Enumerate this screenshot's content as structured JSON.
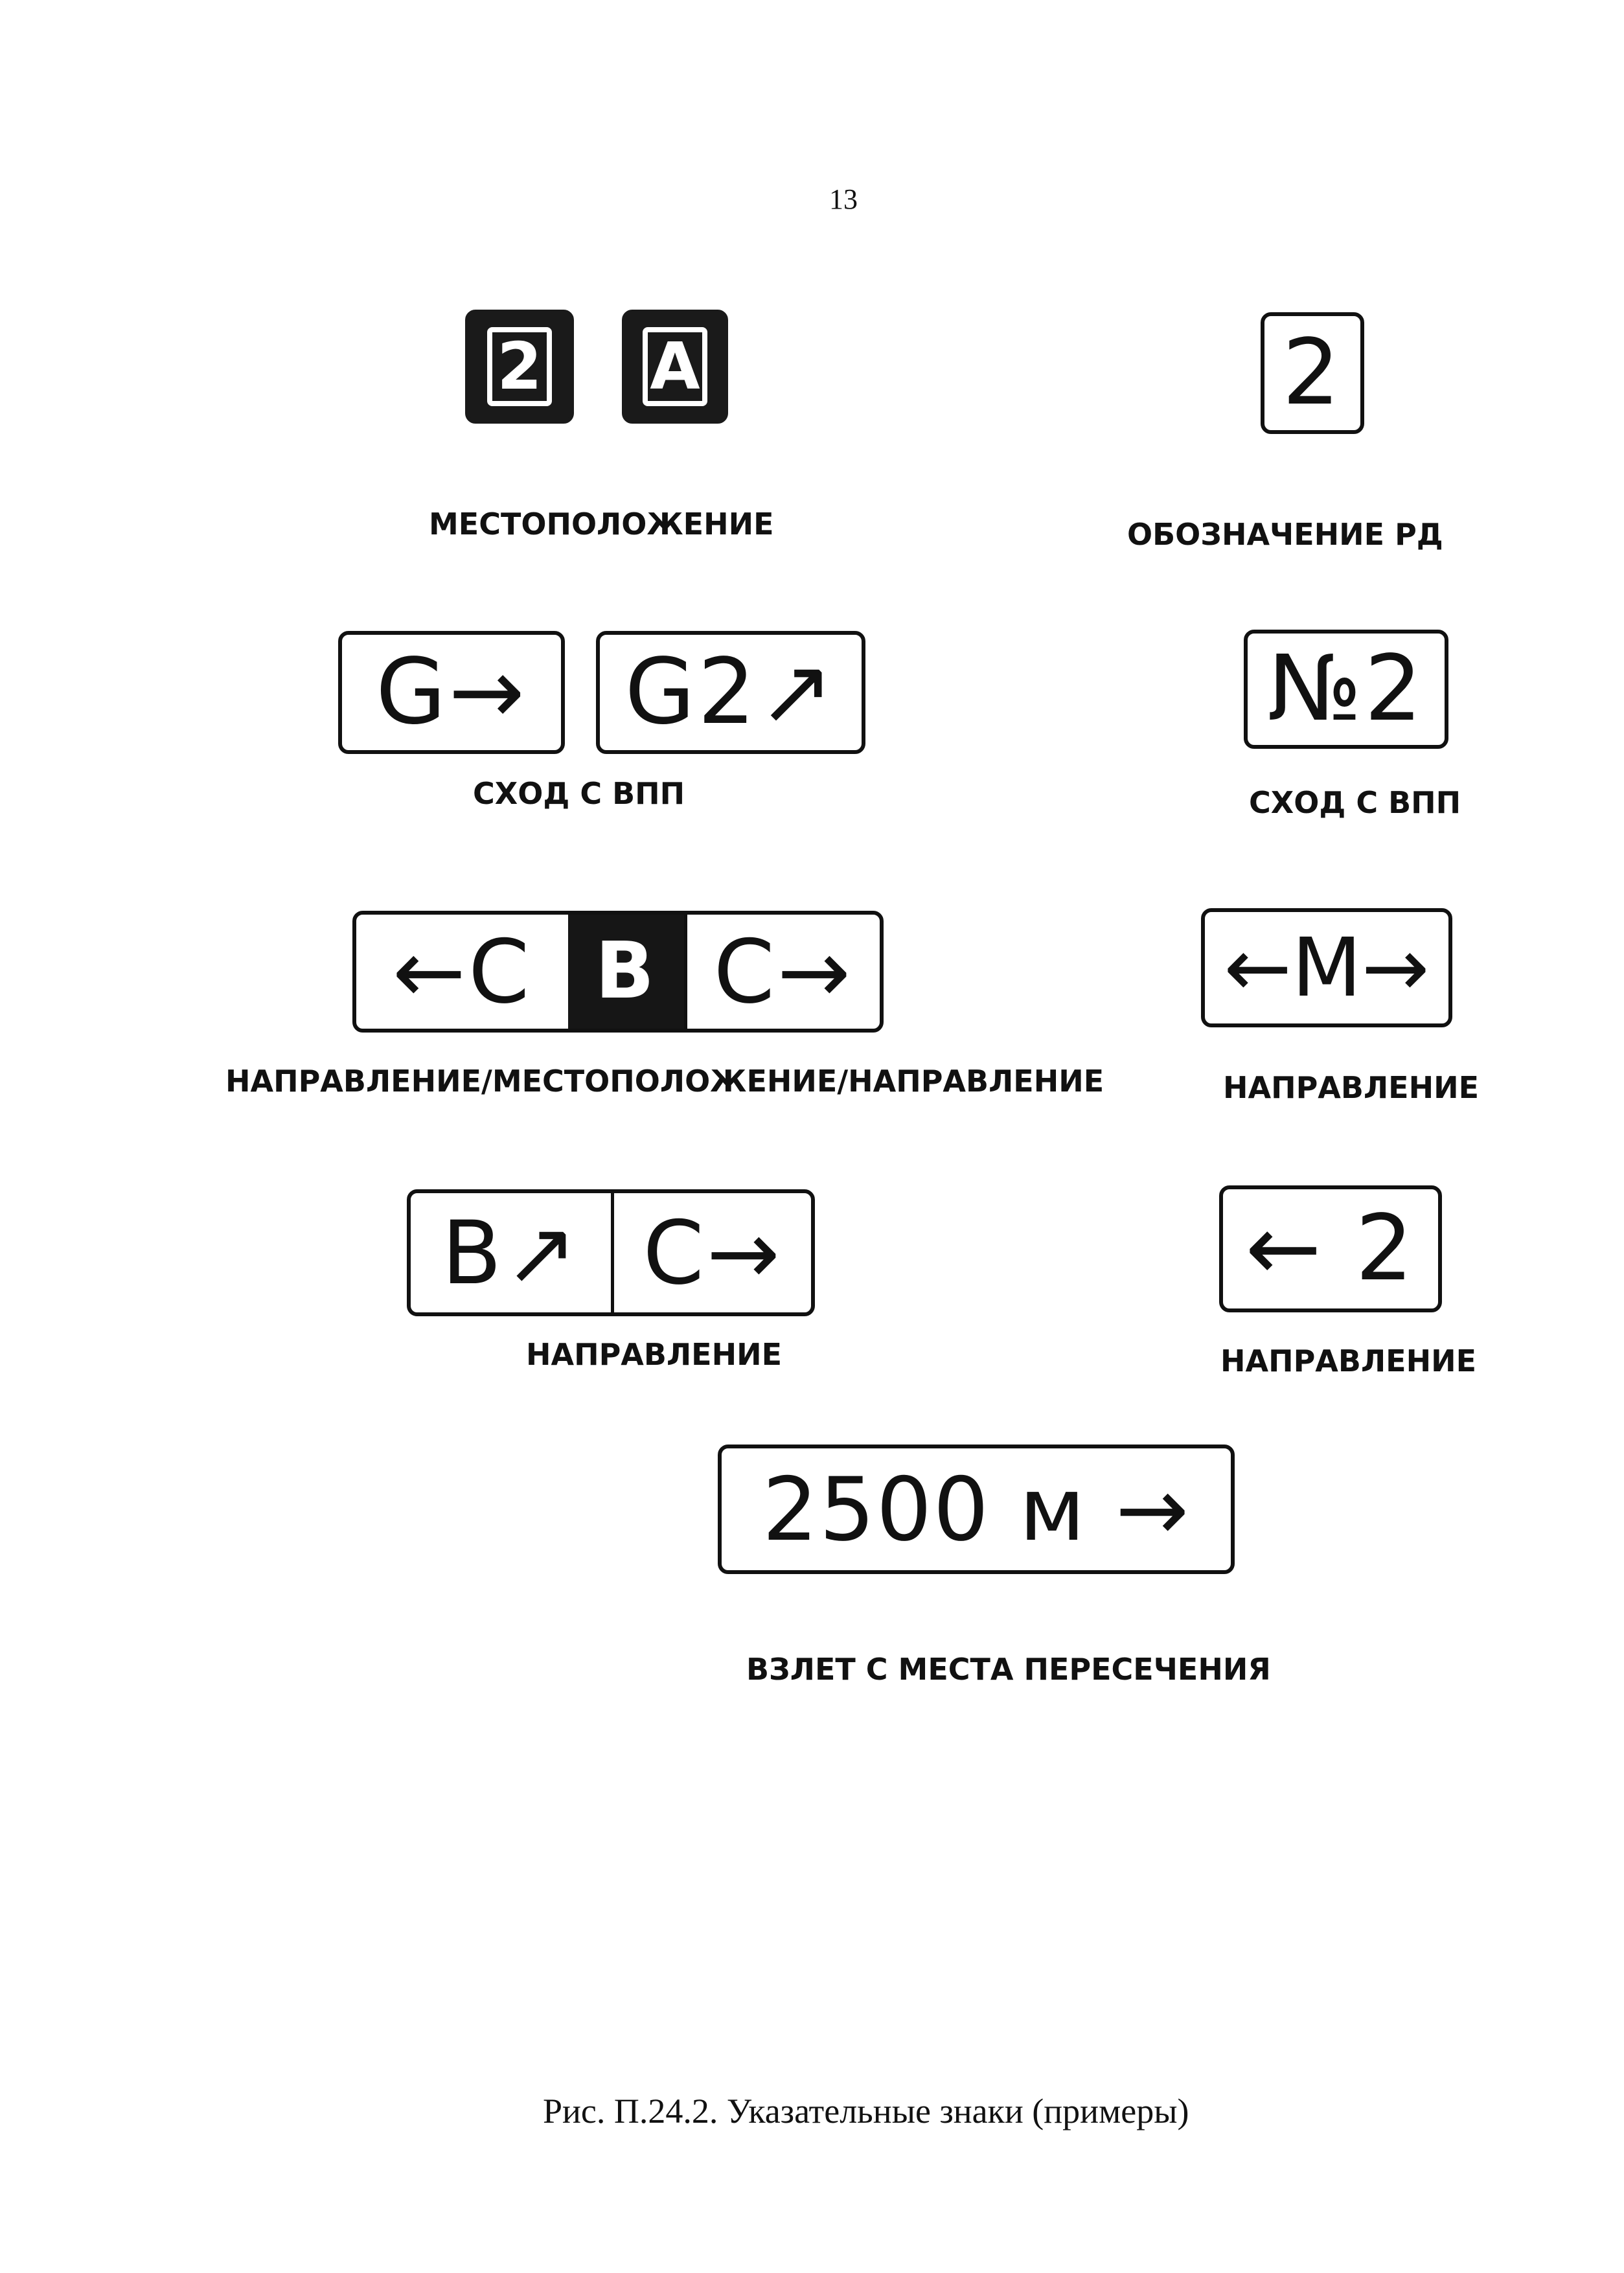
{
  "page_number": "13",
  "signs": {
    "location_2": "2",
    "location_a": "A",
    "taxiway_2": "2",
    "exit_g": "G→",
    "exit_g2": "G2↗",
    "exit_2": "№2",
    "dir_left_c": "←C",
    "loc_b": "B",
    "dir_c_right": "C→",
    "dir_m": "←M→",
    "dir_b": "B↗",
    "dir_c": "C→",
    "dir_left_2": "← 2",
    "intersection_2500": "2500 м →"
  },
  "captions": {
    "location": "МЕСТОПОЛОЖЕНИЕ",
    "taxiway_designation": "ОБОЗНАЧЕНИЕ РД",
    "runway_exit_left": "СХОД С ВПП",
    "runway_exit_right": "СХОД С ВПП",
    "dir_loc_dir": "НАПРАВЛЕНИЕ/МЕСТОПОЛОЖЕНИЕ/НАПРАВЛЕНИЕ",
    "direction_1": "НАПРАВЛЕНИЕ",
    "direction_2": "НАПРАВЛЕНИЕ",
    "direction_3": "НАПРАВЛЕНИЕ",
    "intersection_takeoff": "ВЗЛЕТ С МЕСТА ПЕРЕСЕЧЕНИЯ"
  },
  "figure_caption": "Рис. П.24.2. Указательные знаки (примеры)"
}
